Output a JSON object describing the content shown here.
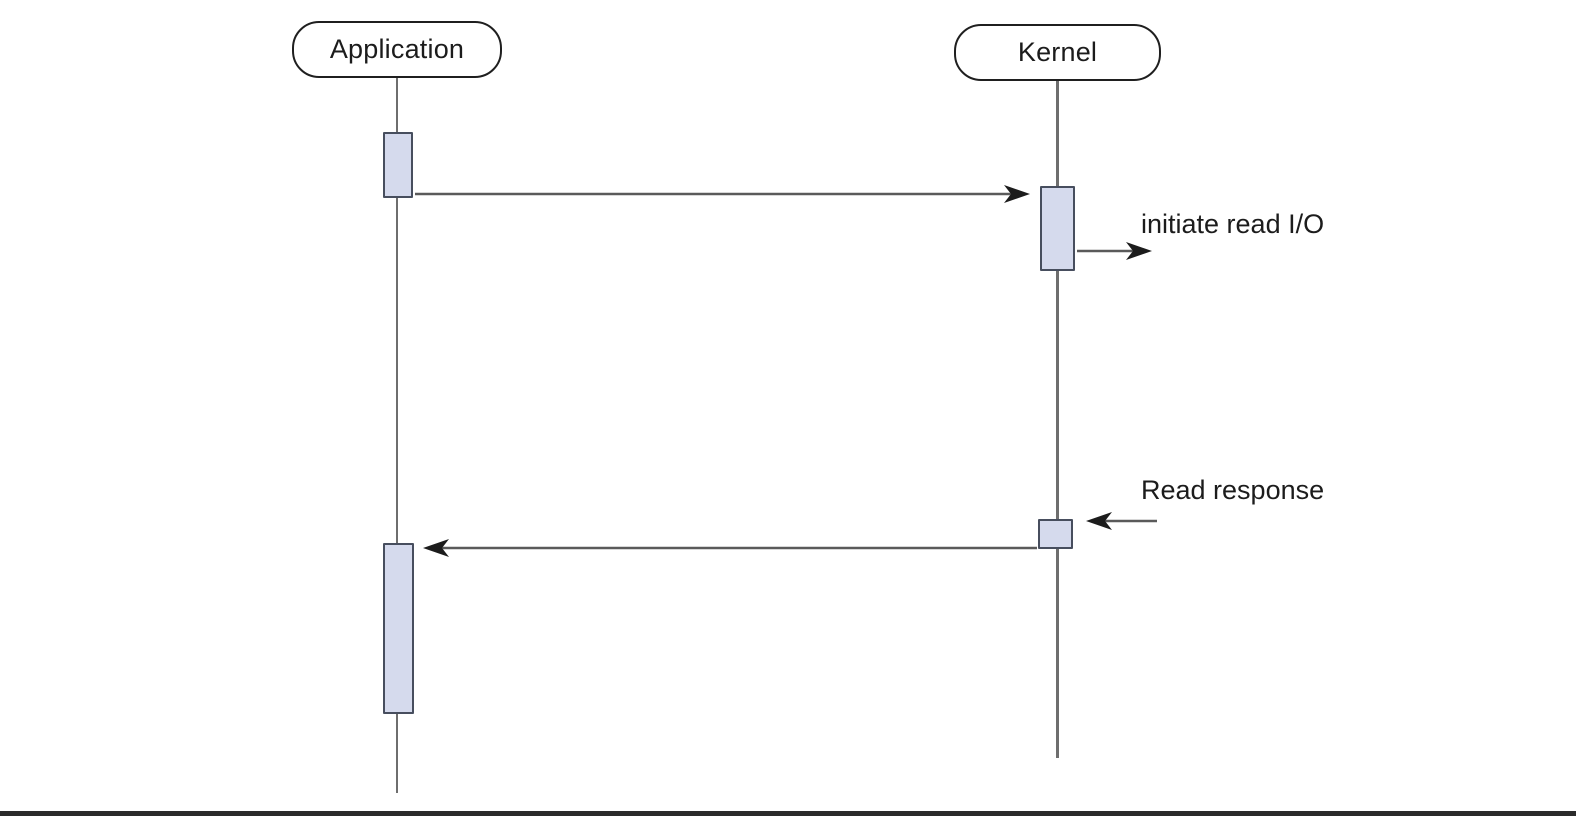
{
  "diagram": {
    "type": "sequence-diagram",
    "actors": [
      {
        "name": "Application"
      },
      {
        "name": "Kernel"
      }
    ],
    "messages": [
      {
        "from": "Application",
        "to": "Kernel",
        "label": "",
        "kind": "call"
      },
      {
        "from": "Kernel",
        "to": "external",
        "label": "initiate read I/O",
        "kind": "signal-out"
      },
      {
        "from": "external",
        "to": "Kernel",
        "label": "Read response",
        "kind": "signal-in"
      },
      {
        "from": "Kernel",
        "to": "Application",
        "label": "",
        "kind": "return"
      }
    ],
    "colors": {
      "activation_fill": "#d5daed",
      "activation_border": "#474e5e",
      "lifeline": "#6e6e6e",
      "arrow_line": "#5a5a5a",
      "arrowhead": "#1c1c1c",
      "actor_border": "#1f1f1f",
      "text": "#1c1c1c",
      "bottom_bar": "#2b2b2b",
      "bg": "#ffffff"
    }
  }
}
